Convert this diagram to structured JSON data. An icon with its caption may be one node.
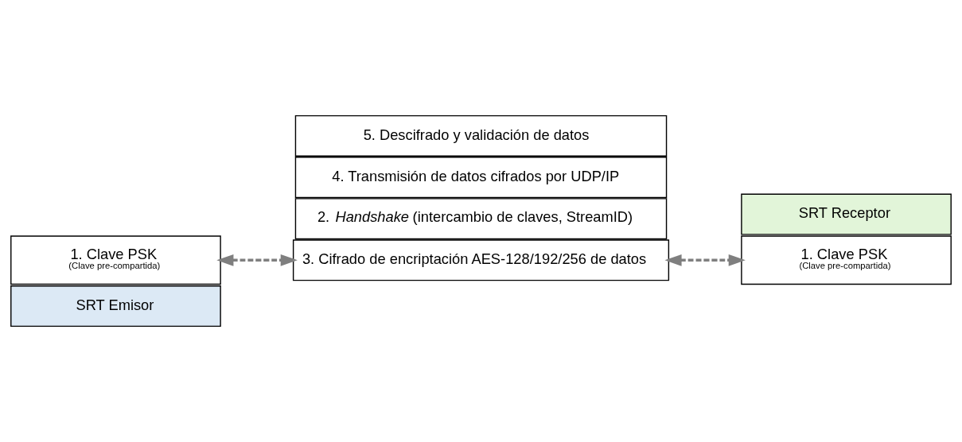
{
  "diagram": {
    "nodes": [
      {
        "text": [
          "SRT Emisor"
        ]
      },
      {
        "text": [
          "1. Clave PSK",
          "(Clave pre-compartida)"
        ]
      },
      {
        "text": [
          "SRT Receptor"
        ]
      },
      {
        "text": [
          "1. Clave PSK",
          "(Clave pre-compartida)"
        ]
      },
      {
        "text": [
          "2. *Handshake* (intercambio de claves, StreamID)"
        ]
      },
      {
        "text": [
          "3. Cifrado de encriptación AES-128/192/256 de datos"
        ]
      },
      {
        "text": [
          "4. Transmisión de datos cifrados por UDP/IP"
        ]
      },
      {
        "text": [
          "5. Descifrado y validación de datos"
        ]
      }
    ],
    "edges": [
      {
        "from": 1,
        "to": 5,
        "arrow": "both",
        "style": "dashed"
      },
      {
        "from": 5,
        "to": 3,
        "arrow": "both",
        "style": "dashed"
      }
    ]
  }
}
